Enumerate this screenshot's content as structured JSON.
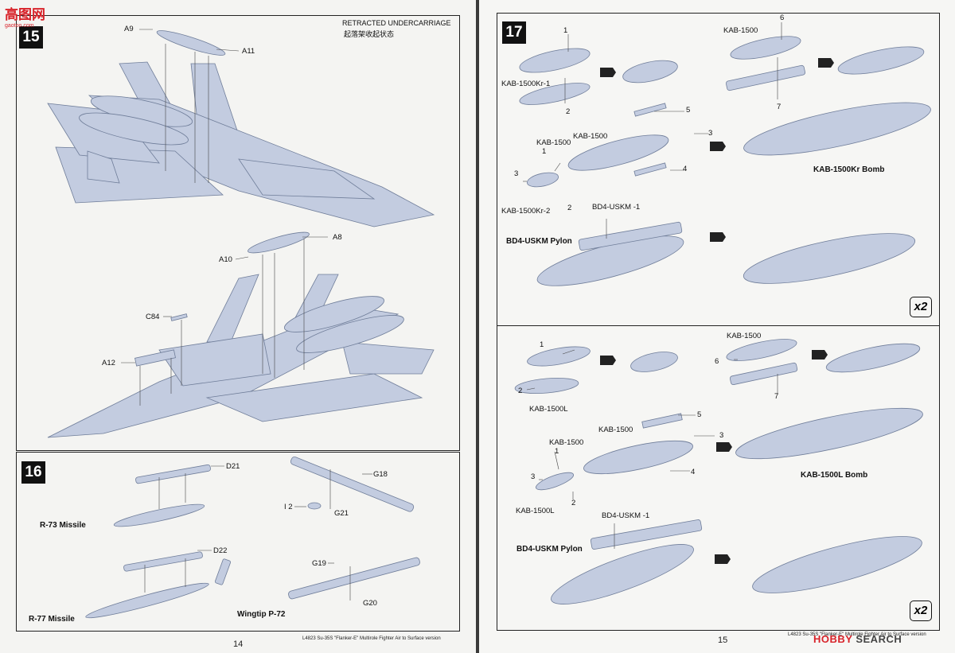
{
  "watermarks": {
    "top_left": "高图网",
    "top_left_url": "gaotoo.com",
    "bottom_right_brand": "HOBBY",
    "bottom_right_search": "SEARCH"
  },
  "left_page": {
    "step15": {
      "number": "15",
      "note_en": "RETRACTED UNDERCARRIAGE",
      "note_cn": "起落架收起状态",
      "parts_top": [
        "A9",
        "A11"
      ],
      "parts_bottom": [
        "A10",
        "A8",
        "C84",
        "A12"
      ]
    },
    "step16": {
      "number": "16",
      "parts": [
        "D21",
        "D22",
        "G18",
        "G19",
        "G20",
        "G21",
        "I 2"
      ],
      "r73": "R-73 Missile",
      "r77": "R-77 Missile",
      "wingtip": "Wingtip P-72"
    },
    "page_number": "14",
    "footer": "L4823  Su-35S \"Flanker-E\" Multirole Fighter Air to Surface version"
  },
  "right_page": {
    "step17": {
      "number": "17",
      "upper": {
        "kab1500kr1": "KAB-1500Kr-1",
        "kab1500": "KAB-1500",
        "kab1500b": "KAB-1500",
        "kab1500c": "KAB-1500",
        "kab1500kr2": "KAB-1500Kr-2",
        "bomb_name": "KAB-1500Kr Bomb",
        "pylon_part": "BD4-USKM -1",
        "pylon_name": "BD4-USKM Pylon",
        "nums": [
          "1",
          "2",
          "6",
          "7",
          "5",
          "3",
          "4",
          "1",
          "3",
          "2"
        ],
        "qty": "x2"
      },
      "lower": {
        "kab1500l": "KAB-1500L",
        "kab1500l2": "KAB-1500L",
        "kab1500": "KAB-1500",
        "kab1500b": "KAB-1500",
        "kab1500c": "KAB-1500",
        "bomb_name": "KAB-1500L Bomb",
        "pylon_part": "BD4-USKM -1",
        "pylon_name": "BD4-USKM Pylon",
        "nums": [
          "1",
          "2",
          "6",
          "7",
          "5",
          "3",
          "4",
          "1",
          "3",
          "2"
        ],
        "qty": "x2"
      }
    },
    "page_number": "15",
    "footer": "L4823  Su-35S \"Flanker-E\" Multirole Fighter Air to Surface version"
  }
}
